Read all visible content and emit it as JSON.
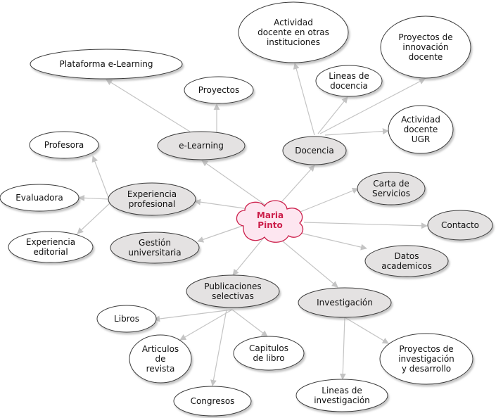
{
  "colors": {
    "edge": "#c4c4c4",
    "node_fill_white": "#ffffff",
    "node_fill_grey": "#e4e2e2",
    "node_stroke": "#3a3a3a",
    "center_fill": "#fde6f0",
    "center_stroke": "#cc1e4a",
    "center_text": "#cc1e4a"
  },
  "center": {
    "lines": [
      "Maria",
      "Pinto"
    ]
  },
  "nodes": {
    "elearning": {
      "lines": [
        "e-Learning"
      ]
    },
    "plataforma": {
      "lines": [
        "Plataforma e-Learning"
      ]
    },
    "proyectos": {
      "lines": [
        "Proyectos"
      ]
    },
    "docencia": {
      "lines": [
        "Docencia"
      ]
    },
    "actividad_otras": {
      "lines": [
        "Actividad",
        "docente en otras",
        "instituciones"
      ]
    },
    "lineas_docencia": {
      "lines": [
        "Lineas de",
        "docencia"
      ]
    },
    "proyectos_innovacion": {
      "lines": [
        "Proyectos de",
        "innovación",
        "docente"
      ]
    },
    "actividad_ugr": {
      "lines": [
        "Actividad",
        "docente",
        "UGR"
      ]
    },
    "experiencia_prof": {
      "lines": [
        "Experiencia",
        "profesional"
      ]
    },
    "profesora": {
      "lines": [
        "Profesora"
      ]
    },
    "evaluadora": {
      "lines": [
        "Evaluadora"
      ]
    },
    "experiencia_edit": {
      "lines": [
        "Experiencia",
        "editorial"
      ]
    },
    "gestion": {
      "lines": [
        "Gestión",
        "universitaria"
      ]
    },
    "carta": {
      "lines": [
        "Carta de",
        "Servicios"
      ]
    },
    "contacto": {
      "lines": [
        "Contacto"
      ]
    },
    "datos": {
      "lines": [
        "Datos",
        "academicos"
      ]
    },
    "publicaciones": {
      "lines": [
        "Publicaciones",
        "selectivas"
      ]
    },
    "libros": {
      "lines": [
        "Libros"
      ]
    },
    "articulos": {
      "lines": [
        "Articulos",
        "de",
        "revista"
      ]
    },
    "capitulos": {
      "lines": [
        "Capitulos",
        "de libro"
      ]
    },
    "congresos": {
      "lines": [
        "Congresos"
      ]
    },
    "investigacion": {
      "lines": [
        "Investigación"
      ]
    },
    "proyectos_inv": {
      "lines": [
        "Proyectos de",
        "investigación",
        "y desarrollo"
      ]
    },
    "lineas_inv": {
      "lines": [
        "Lineas de",
        "investigación"
      ]
    }
  }
}
